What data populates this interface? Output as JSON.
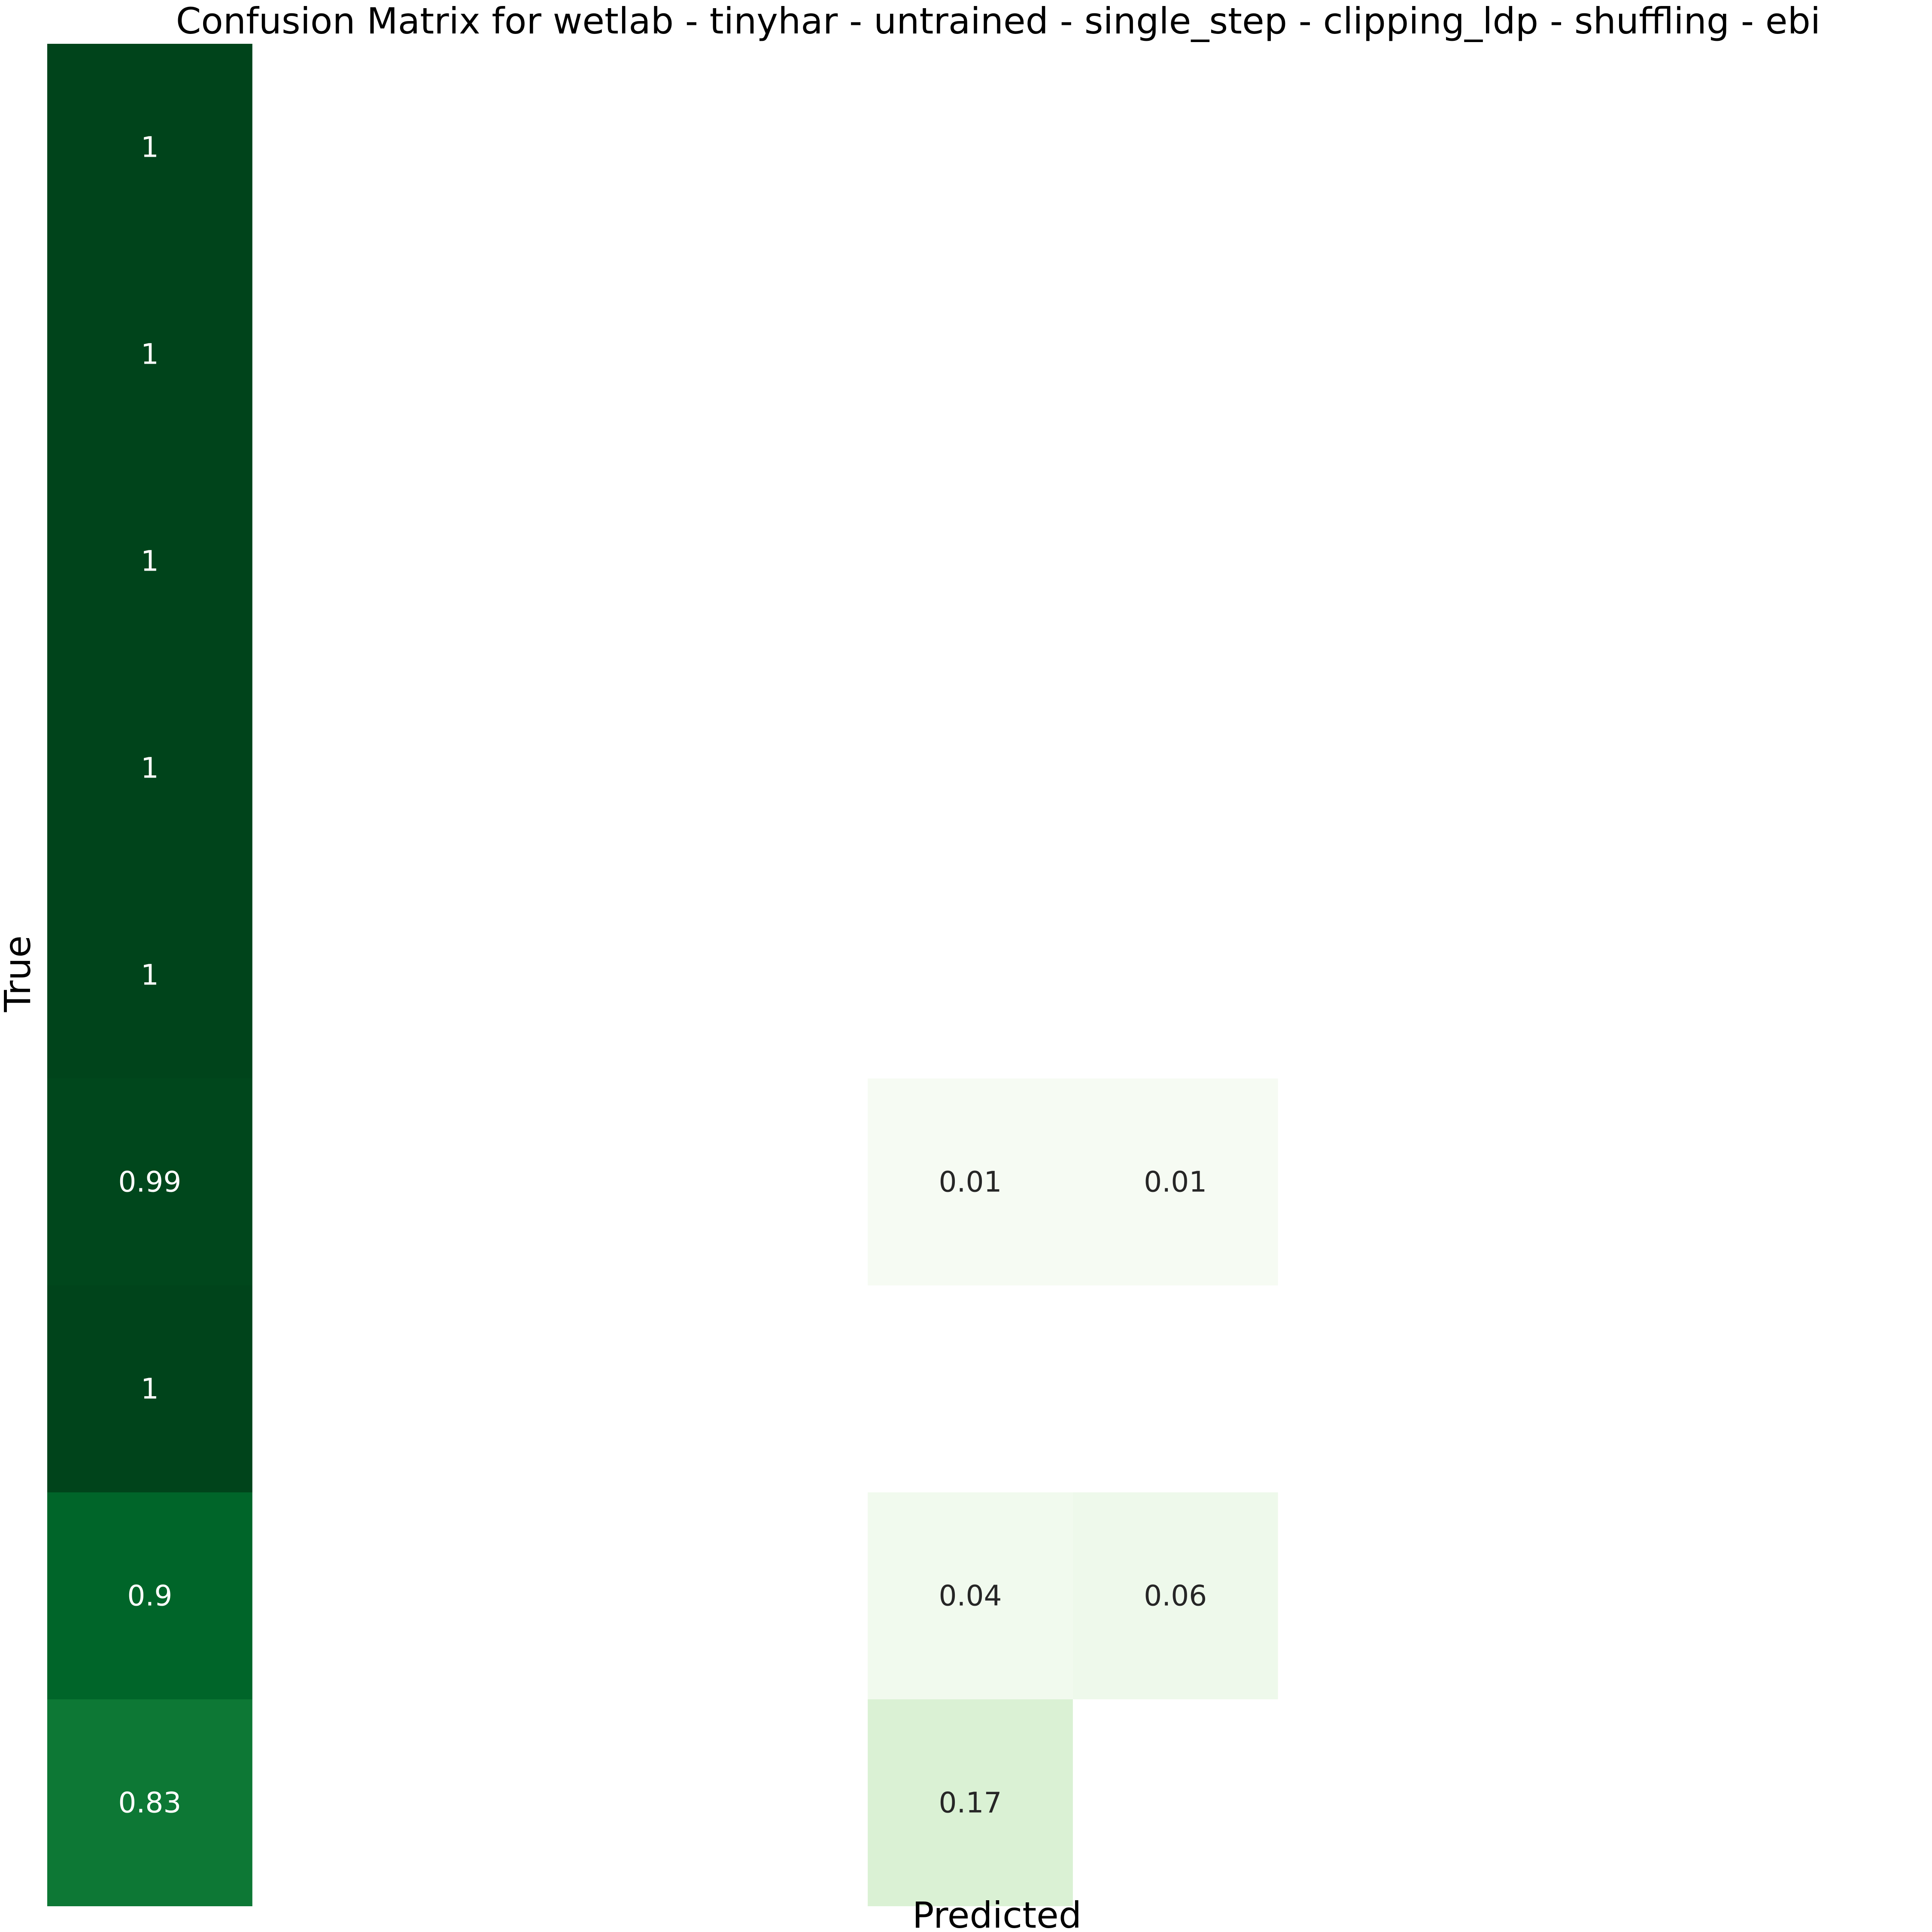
{
  "chart_data": {
    "type": "heatmap",
    "title": "Confusion Matrix for wetlab - tinyhar - untrained - single_step - clipping_ldp - shuffling - ebi",
    "xlabel": "Predicted",
    "ylabel": "True",
    "n_rows": 9,
    "n_cols": 9,
    "colormap": "Greens",
    "vmin": 0,
    "vmax": 1,
    "hide_zero_cells": true,
    "matrix": [
      [
        1,
        0,
        0,
        0,
        0,
        0,
        0,
        0,
        0
      ],
      [
        1,
        0,
        0,
        0,
        0,
        0,
        0,
        0,
        0
      ],
      [
        1,
        0,
        0,
        0,
        0,
        0,
        0,
        0,
        0
      ],
      [
        1,
        0,
        0,
        0,
        0,
        0,
        0,
        0,
        0
      ],
      [
        1,
        0,
        0,
        0,
        0,
        0,
        0,
        0,
        0
      ],
      [
        0.99,
        0,
        0,
        0,
        0.01,
        0.01,
        0,
        0,
        0
      ],
      [
        1,
        0,
        0,
        0,
        0,
        0,
        0,
        0,
        0
      ],
      [
        0.9,
        0,
        0,
        0,
        0.04,
        0.06,
        0,
        0,
        0
      ],
      [
        0.83,
        0,
        0,
        0,
        0.17,
        0,
        0,
        0,
        0
      ]
    ]
  }
}
